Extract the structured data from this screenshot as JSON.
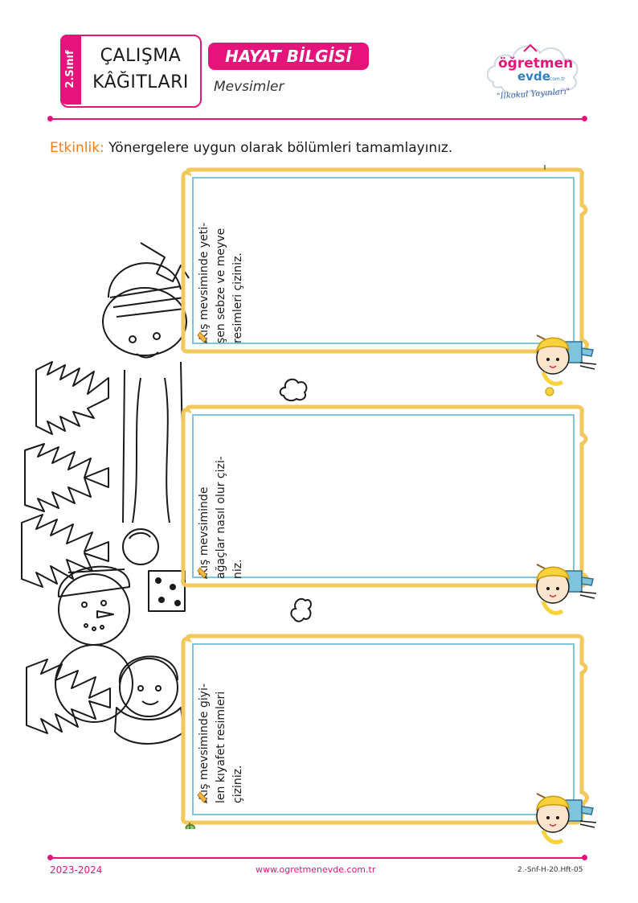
{
  "header": {
    "grade": "2.Sınıf",
    "title_line1": "ÇALIŞMA",
    "title_line2": "KÂĞITLARI",
    "subject": "HAYAT BİLGİSİ",
    "topic": "Mevsimler"
  },
  "logo": {
    "brand_part1": "öğretmen",
    "brand_part2": "evde",
    "brand_suffix": ".com.tr",
    "tagline": "\"İlkokul Yayınları\""
  },
  "instruction": {
    "label": "Etkinlik:",
    "text": " Yönergelere uygun olarak bölümleri tamamlayınız."
  },
  "activities": [
    {
      "lines": [
        "Kış mevsiminde yeti-",
        "şen sebze ve meyve",
        "resimleri çiziniz."
      ]
    },
    {
      "lines": [
        "Kış mevsiminde",
        "ağaçlar nasıl olur çizi-",
        "niz."
      ]
    },
    {
      "lines": [
        "Kış mevsiminde giyi-",
        "len kıyafet resimleri",
        "çiziniz."
      ]
    }
  ],
  "footer": {
    "year": "2023-2024",
    "url": "www.ogretmenevde.com.tr",
    "code": "2.-Snf-H-20.Hft-05"
  },
  "colors": {
    "accent": "#e6147a",
    "label_orange": "#f07c1a",
    "frame_outer": "#f2c75c",
    "frame_inner": "#7fc4de"
  }
}
